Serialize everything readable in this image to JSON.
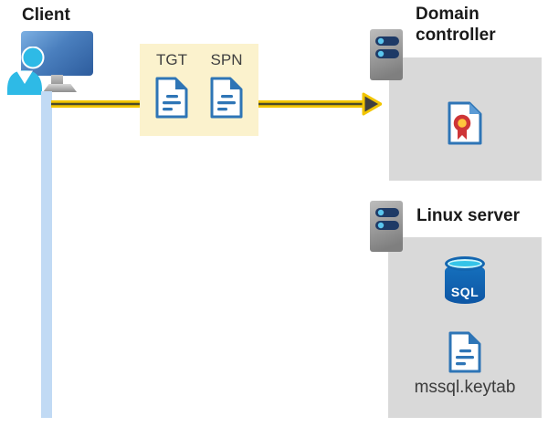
{
  "client": {
    "label": "Client"
  },
  "flow": {
    "arrow_color": "#f2c500",
    "arrowhead_color": "#404040",
    "lifeline_color": "#c1daf4"
  },
  "ticket_box": {
    "background": "#fbf2cd",
    "items": [
      {
        "label": "TGT",
        "icon": "document-icon"
      },
      {
        "label": "SPN",
        "icon": "document-icon"
      }
    ]
  },
  "domain_controller": {
    "title": "Domain controller",
    "server_icon": "server-icon",
    "content_icon": "certificate-icon",
    "panel_background": "#d9d9d9"
  },
  "linux_server": {
    "title": "Linux server",
    "server_icon": "server-icon",
    "database_label": "SQL",
    "keytab_icon": "document-icon",
    "keytab_label": "mssql.keytab",
    "panel_background": "#d9d9d9"
  }
}
